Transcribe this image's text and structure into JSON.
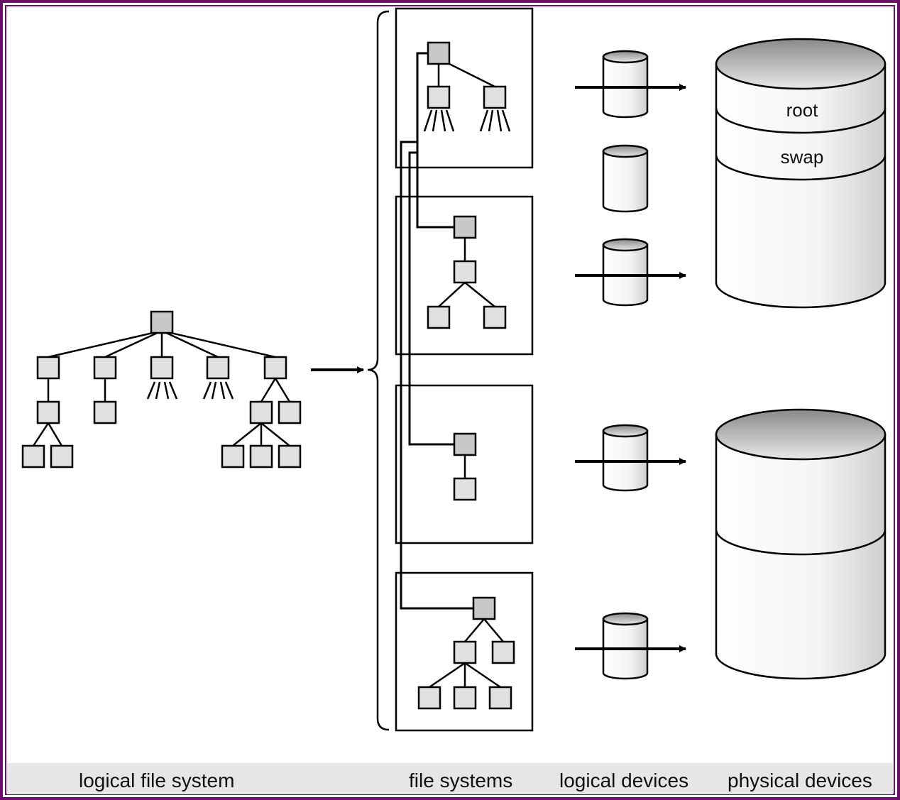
{
  "captions": {
    "logical_fs": "logical file system",
    "file_systems": "file systems",
    "logical_devices": "logical devices",
    "physical_devices": "physical devices"
  },
  "disk_labels": {
    "root": "root",
    "swap": "swap"
  },
  "colors": {
    "frame": "#6b0f6b",
    "node_fill": "#e0e0e0",
    "root_node_fill": "#c8c8c8",
    "caption_bar": "#e6e6e6",
    "line": "#000000"
  }
}
